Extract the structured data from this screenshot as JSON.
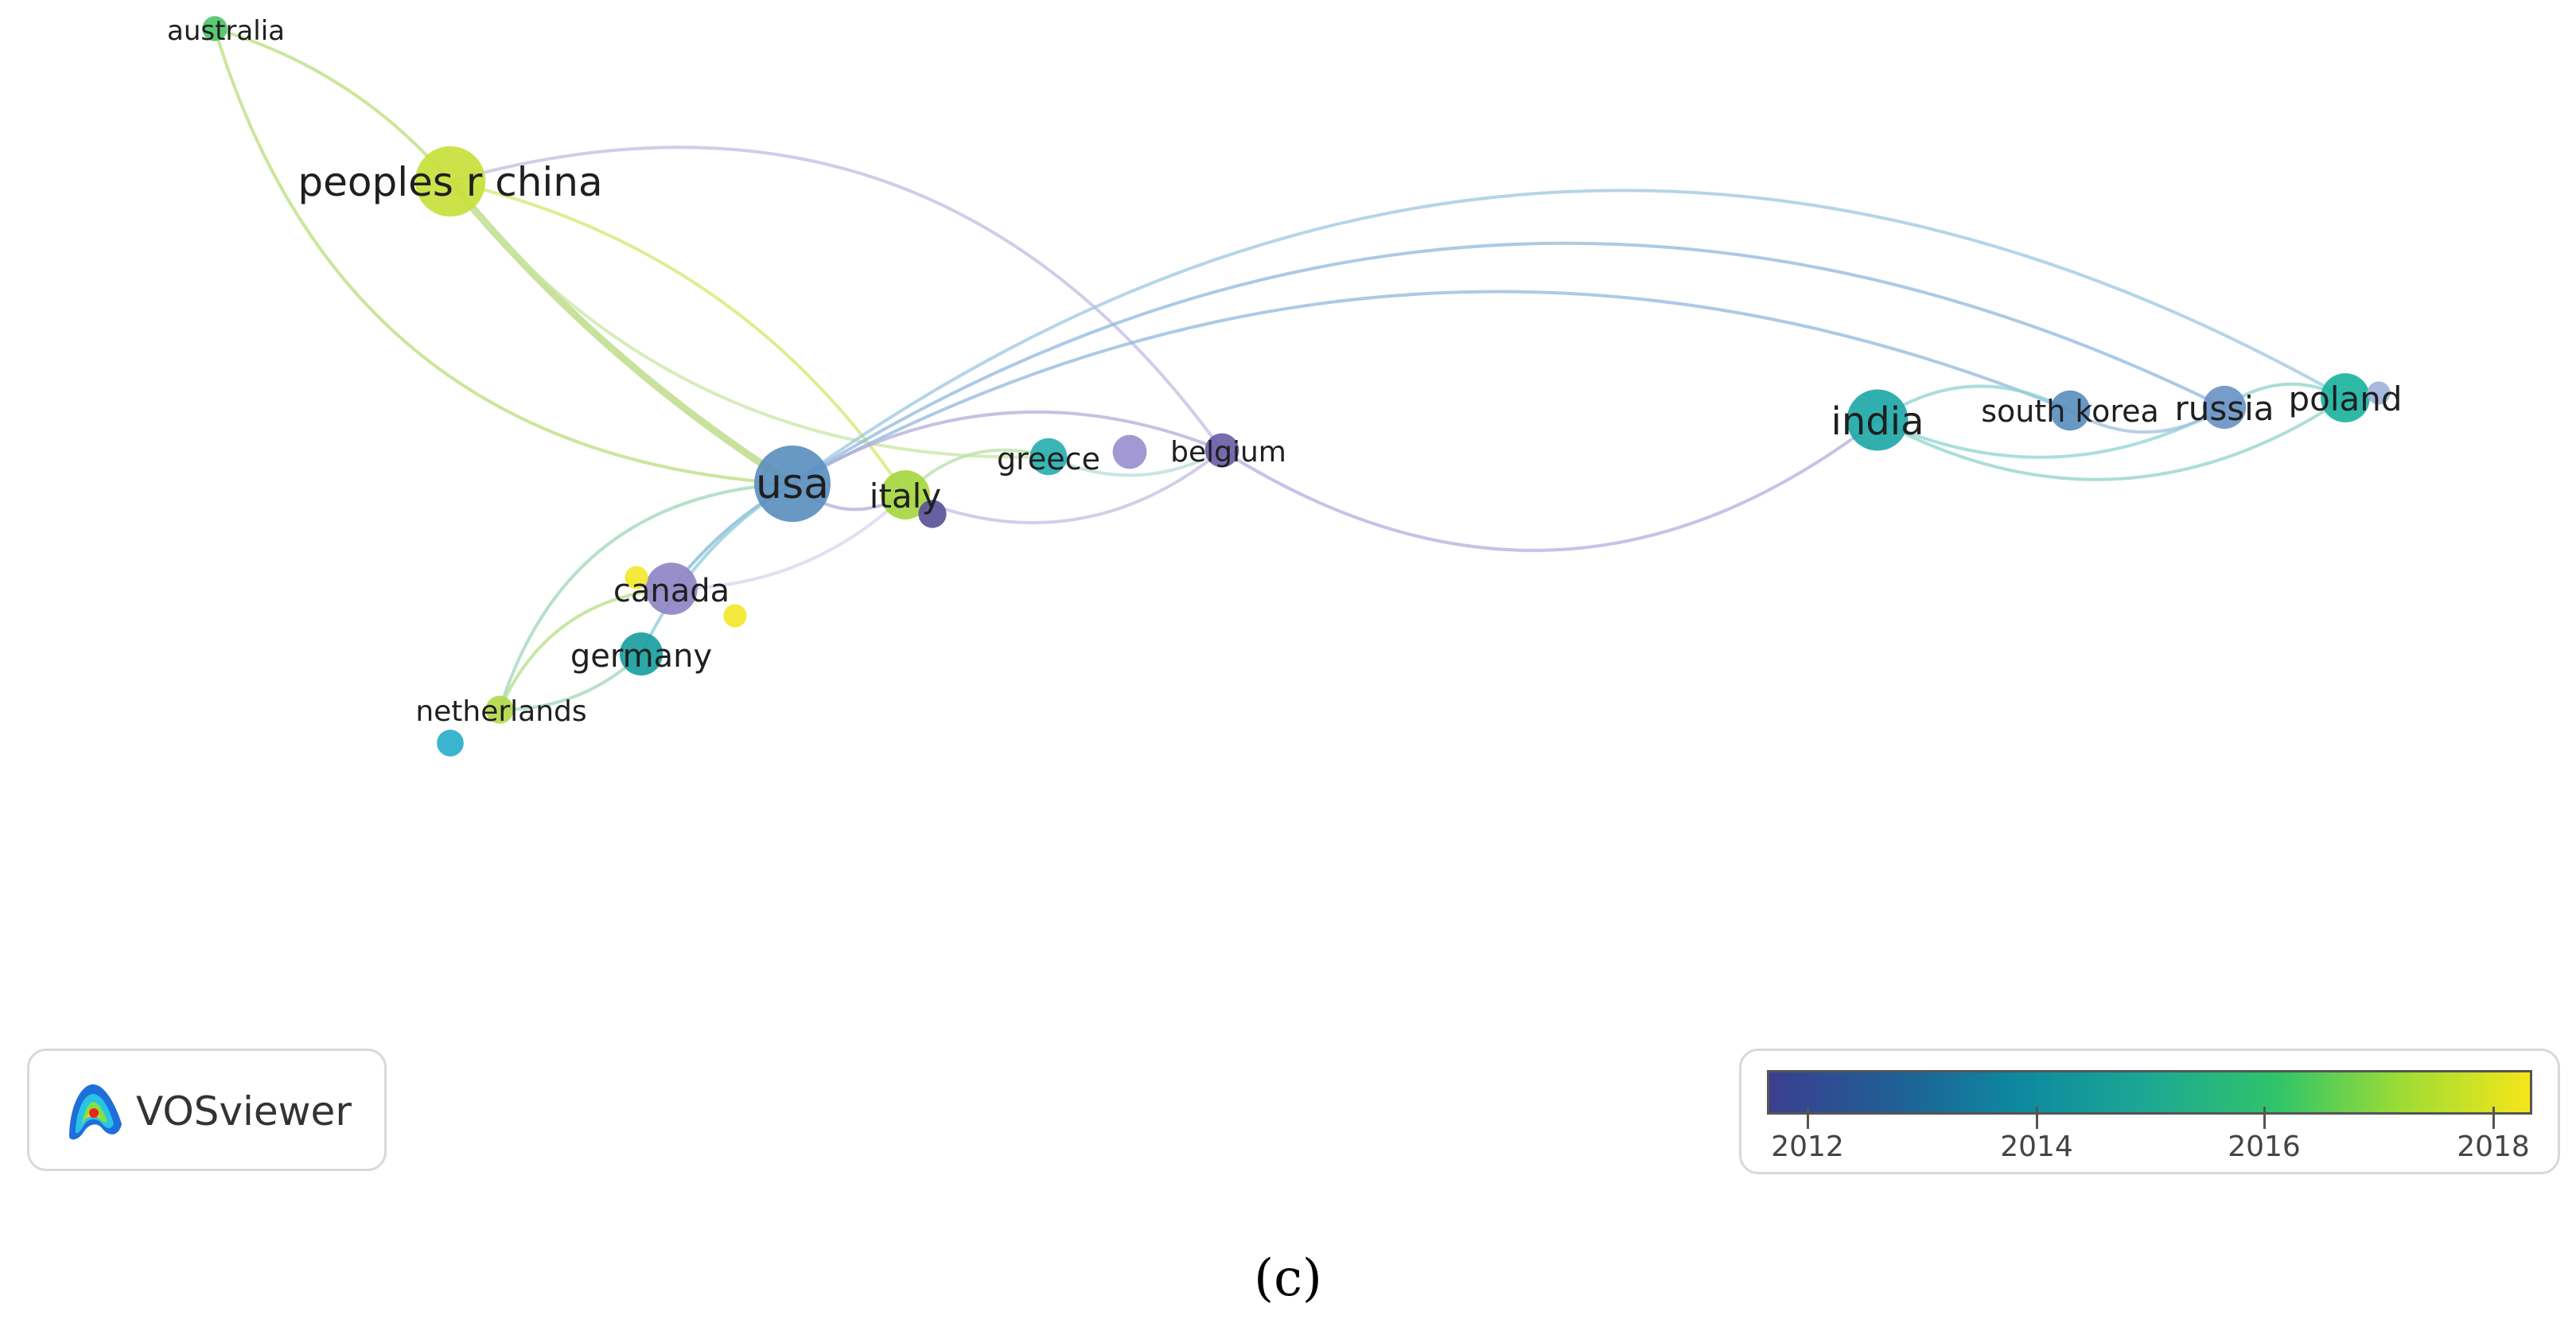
{
  "nodes": [
    {
      "id": "australia",
      "label": "australia",
      "color": "#4cc66a",
      "weight": 0.15
    },
    {
      "id": "peoples_r_china",
      "label": "peoples r china",
      "color": "#c8e03c",
      "weight": 0.9
    },
    {
      "id": "usa",
      "label": "usa",
      "color": "#5b8fbf",
      "weight": 1.0
    },
    {
      "id": "italy",
      "label": "italy",
      "color": "#a6d640",
      "weight": 0.55
    },
    {
      "id": "greece",
      "label": "greece",
      "color": "#2aaeb0",
      "weight": 0.35
    },
    {
      "id": "node_purple_a",
      "label": "",
      "color": "#9a8fd0",
      "weight": 0.3
    },
    {
      "id": "belgium",
      "label": "belgium",
      "color": "#6c5ea8",
      "weight": 0.3
    },
    {
      "id": "node_dark_small",
      "label": "",
      "color": "#5a5298",
      "weight": 0.2
    },
    {
      "id": "canada",
      "label": "canada",
      "color": "#8f86c6",
      "weight": 0.6
    },
    {
      "id": "node_yellow_a",
      "label": "",
      "color": "#f3e82a",
      "weight": 0.12
    },
    {
      "id": "node_yellow_b",
      "label": "",
      "color": "#f3e82a",
      "weight": 0.12
    },
    {
      "id": "germany",
      "label": "germany",
      "color": "#1a9e9f",
      "weight": 0.45
    },
    {
      "id": "netherlands",
      "label": "netherlands",
      "color": "#b3d94a",
      "weight": 0.2
    },
    {
      "id": "node_teal_small",
      "label": "",
      "color": "#2aaecb",
      "weight": 0.18
    },
    {
      "id": "india",
      "label": "india",
      "color": "#1fa8a8",
      "weight": 0.75
    },
    {
      "id": "south_korea",
      "label": "south korea",
      "color": "#5b8fbf",
      "weight": 0.4
    },
    {
      "id": "russia",
      "label": "russia",
      "color": "#6a94c6",
      "weight": 0.45
    },
    {
      "id": "poland",
      "label": "poland",
      "color": "#1cb3a0",
      "weight": 0.55
    },
    {
      "id": "node_light_blue",
      "label": "",
      "color": "#9fb3d9",
      "weight": 0.12
    }
  ],
  "links": [
    {
      "source": "australia",
      "target": "peoples_r_china",
      "color": "#b9dd79"
    },
    {
      "source": "australia",
      "target": "usa",
      "color": "#b9dd79"
    },
    {
      "source": "peoples_r_china",
      "target": "usa",
      "color": "#b6d77a"
    },
    {
      "source": "peoples_r_china",
      "target": "italy",
      "color": "#d2e86c"
    },
    {
      "source": "peoples_r_china",
      "target": "belgium",
      "color": "#c1bce0"
    },
    {
      "source": "peoples_r_china",
      "target": "greece",
      "color": "#c9e6a4"
    },
    {
      "source": "usa",
      "target": "poland",
      "color": "#9cc7e0"
    },
    {
      "source": "usa",
      "target": "russia",
      "color": "#8fb8de"
    },
    {
      "source": "usa",
      "target": "south_korea",
      "color": "#8fb8de"
    },
    {
      "source": "usa",
      "target": "belgium",
      "color": "#b3acd9"
    },
    {
      "source": "usa",
      "target": "italy",
      "color": "#b3acd9"
    },
    {
      "source": "usa",
      "target": "canada",
      "color": "#7fb4de"
    },
    {
      "source": "usa",
      "target": "germany",
      "color": "#8ecbd0"
    },
    {
      "source": "italy",
      "target": "greece",
      "color": "#b7e0a8"
    },
    {
      "source": "italy",
      "target": "belgium",
      "color": "#c3bde2"
    },
    {
      "source": "italy",
      "target": "canada",
      "color": "#d8d4ec"
    },
    {
      "source": "belgium",
      "target": "india",
      "color": "#b4aee0"
    },
    {
      "source": "greece",
      "target": "belgium",
      "color": "#b9dcd8"
    },
    {
      "source": "canada",
      "target": "netherlands",
      "color": "#b6dd88"
    },
    {
      "source": "germany",
      "target": "netherlands",
      "color": "#9fd6b8"
    },
    {
      "source": "usa",
      "target": "netherlands",
      "color": "#9fd6b8"
    },
    {
      "source": "india",
      "target": "south_korea",
      "color": "#8fd3d3"
    },
    {
      "source": "india",
      "target": "russia",
      "color": "#8fd3d3"
    },
    {
      "source": "south_korea",
      "target": "russia",
      "color": "#9fc0e0"
    },
    {
      "source": "russia",
      "target": "poland",
      "color": "#8fd3c8"
    },
    {
      "source": "india",
      "target": "poland",
      "color": "#8fd3c8"
    }
  ],
  "badge": {
    "text": "VOSviewer"
  },
  "legend": {
    "ticks": [
      "2012",
      "2014",
      "2016",
      "2018"
    ],
    "gradient": [
      "#3b3f8f",
      "#1f5f95",
      "#0d8aa0",
      "#1da893",
      "#2fc46a",
      "#9fdc34",
      "#f5e61a"
    ]
  },
  "caption": "(c)"
}
